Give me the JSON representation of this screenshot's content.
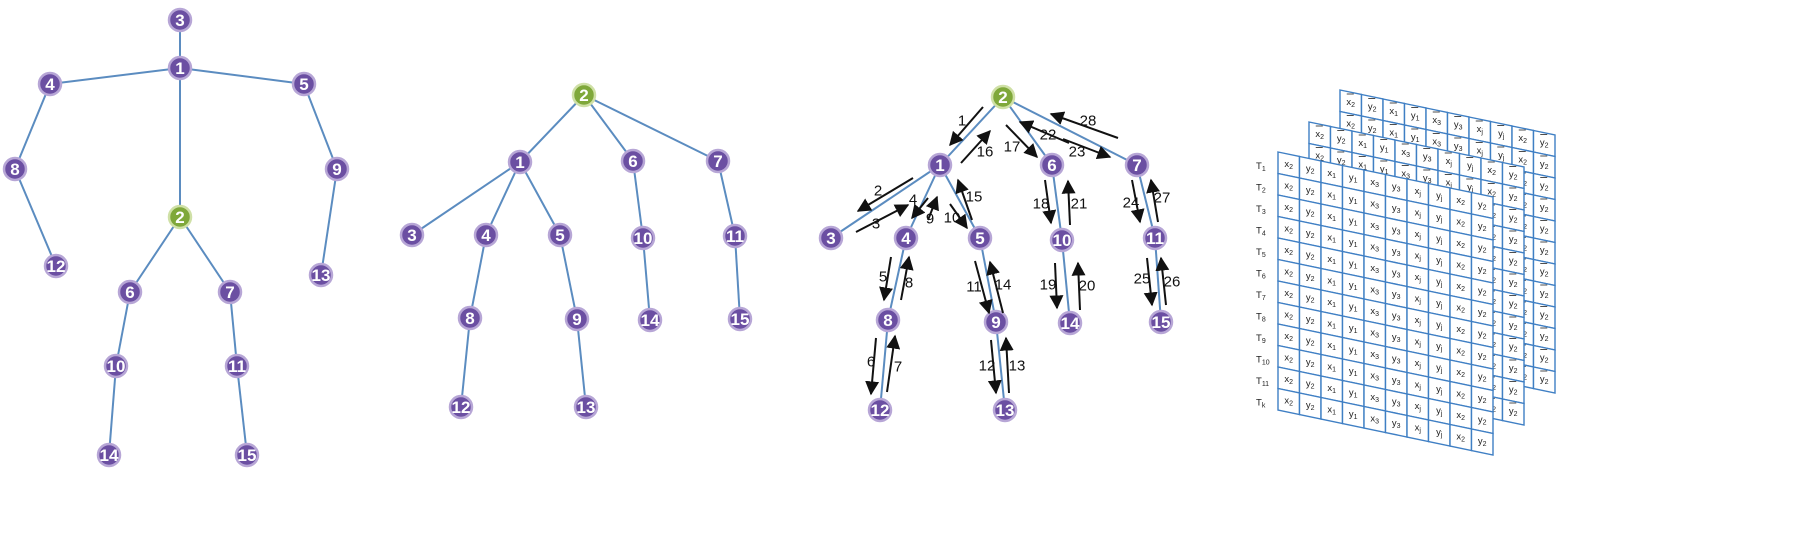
{
  "panel_a": {
    "nodes": [
      "1",
      "2",
      "3",
      "4",
      "5",
      "6",
      "7",
      "8",
      "9",
      "10",
      "11",
      "12",
      "13",
      "14",
      "15"
    ],
    "root": "2"
  },
  "panel_b": {
    "nodes": [
      "1",
      "2",
      "3",
      "4",
      "5",
      "6",
      "7",
      "8",
      "9",
      "10",
      "11",
      "12",
      "13",
      "14",
      "15"
    ],
    "root": "2"
  },
  "panel_c": {
    "nodes": [
      "1",
      "2",
      "3",
      "4",
      "5",
      "6",
      "7",
      "8",
      "9",
      "10",
      "11",
      "12",
      "13",
      "14",
      "15"
    ],
    "root": "2",
    "steps": [
      "1",
      "2",
      "3",
      "4",
      "5",
      "6",
      "7",
      "8",
      "9",
      "10",
      "11",
      "12",
      "13",
      "14",
      "15",
      "16",
      "17",
      "18",
      "19",
      "20",
      "21",
      "22",
      "23",
      "24",
      "25",
      "26",
      "27",
      "28"
    ]
  },
  "panel_d": {
    "row_labels": [
      "T1",
      "T2",
      "T3",
      "T4",
      "T5",
      "T6",
      "T7",
      "T8",
      "T9",
      "T10",
      "T11",
      "Tk"
    ],
    "front_row": [
      "x2",
      "y2",
      "x1",
      "y1",
      "x3",
      "y3",
      "xj",
      "yj",
      "x2",
      "y2"
    ],
    "back_row_1": [
      "x2",
      "y2",
      "x1",
      "y1",
      "x3",
      "y3",
      "xj",
      "yj",
      "x2",
      "y2"
    ],
    "back_row_2": [
      "x2",
      "y2",
      "x1",
      "y1",
      "x3",
      "y3",
      "xj",
      "yj",
      "x2",
      "y2"
    ]
  },
  "colors": {
    "node_purple": "#6b4fa2",
    "node_green": "#7fa83a",
    "edge_blue": "#5b8cc0"
  }
}
